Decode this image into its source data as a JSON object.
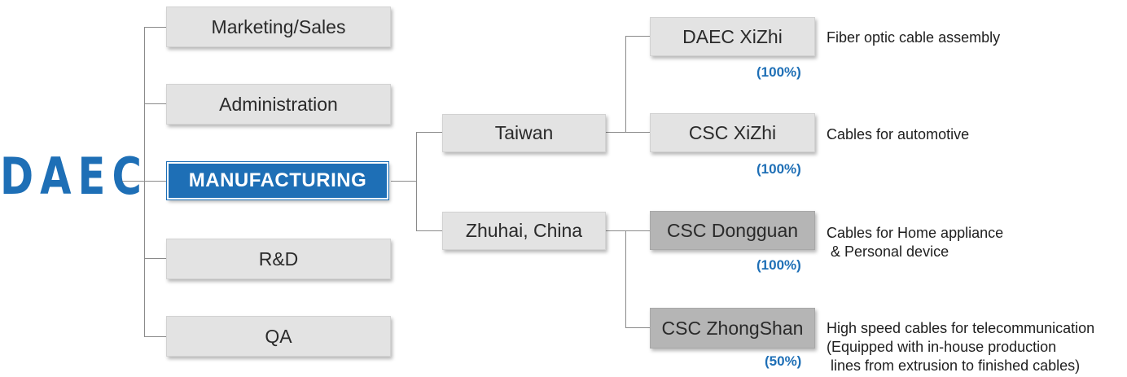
{
  "logo": "DAEC",
  "departments": {
    "marketing": "Marketing/Sales",
    "administration": "Administration",
    "manufacturing": "MANUFACTURING",
    "rnd": "R&D",
    "qa": "QA"
  },
  "regions": {
    "taiwan": "Taiwan",
    "zhuhai": "Zhuhai, China"
  },
  "subsidiaries": [
    {
      "name": "DAEC XiZhi",
      "ownership": "(100%)",
      "description": "Fiber optic cable assembly"
    },
    {
      "name": "CSC XiZhi",
      "ownership": "(100%)",
      "description": "Cables for automotive"
    },
    {
      "name": "CSC Dongguan",
      "ownership": "(100%)",
      "description": "Cables for Home appliance\n & Personal device"
    },
    {
      "name": "CSC ZhongShan",
      "ownership": "(50%)",
      "description": "High speed cables for telecommunication\n(Equipped with in-house production\n lines from extrusion to finished cables)"
    }
  ],
  "colors": {
    "brand_blue": "#1e6fb6",
    "box_light": "#e3e3e3",
    "box_dark": "#b5b5b5",
    "connector": "#8a8a8a"
  }
}
